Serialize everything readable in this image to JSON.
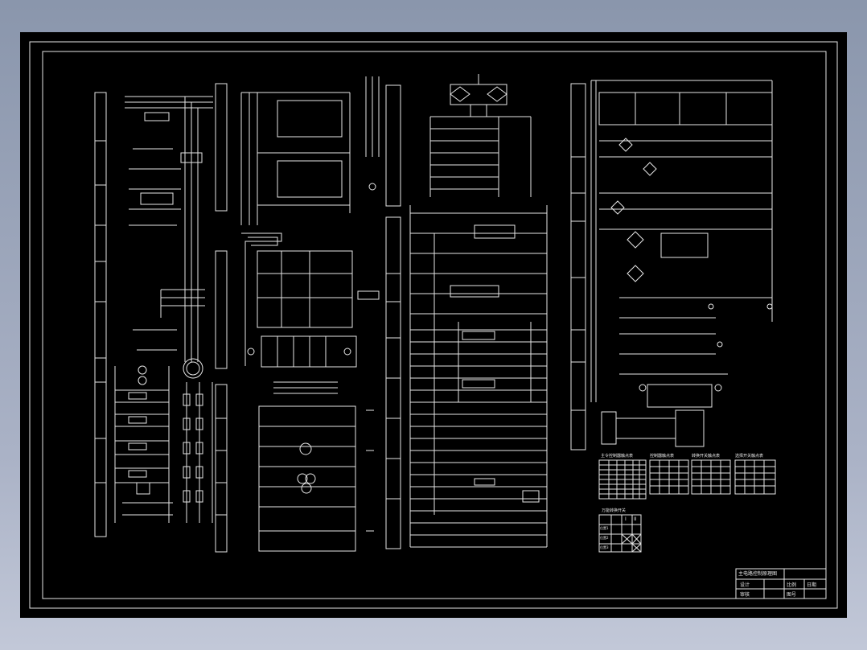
{
  "title_block": {
    "drawing_title": "主电路控制原理图",
    "designer": "设计",
    "checker": "审核",
    "sheet_label": "图号",
    "scale_label": "比例",
    "date_label": "日期"
  },
  "legend_tables": [
    {
      "title": "主令控制器触点表",
      "rows": 8,
      "cols": 7
    },
    {
      "title": "控制器触点表",
      "rows": 6,
      "cols": 4
    },
    {
      "title": "转换开关触点表",
      "rows": 6,
      "cols": 4
    },
    {
      "title": "选择开关触点表",
      "rows": 6,
      "cols": 4
    }
  ],
  "small_table": {
    "title": "万能转换开关",
    "headers": [
      "",
      "I",
      "II"
    ],
    "rows": [
      "位置1",
      "位置2",
      "位置3"
    ]
  },
  "colors": {
    "background": "#8a96ac",
    "sheet": "#000000",
    "lines": "#e6e6e6"
  }
}
